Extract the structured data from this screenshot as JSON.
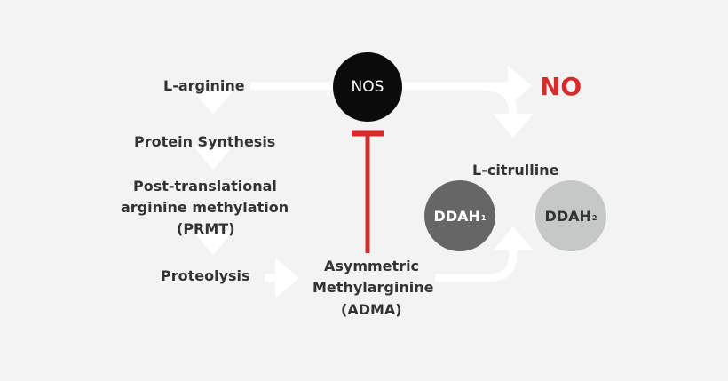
{
  "nodes": {
    "l_arginine": "L-arginine",
    "nos": "NOS",
    "no": "NO",
    "protein_synthesis": "Protein Synthesis",
    "ptm_line1": "Post-translational",
    "ptm_line2": "arginine methylation",
    "ptm_line3": "(PRMT)",
    "proteolysis": "Proteolysis",
    "adma_line1": "Asymmetric",
    "adma_line2": "Methylarginine",
    "adma_line3": "(ADMA)",
    "l_citrulline": "L-citrulline",
    "ddah1": "DDAH",
    "ddah1_sub": "1",
    "ddah2": "DDAH",
    "ddah2_sub": "2"
  },
  "colors": {
    "background": "#f3f3f3",
    "arrow": "#ffffff",
    "inhibition": "#d42b2b",
    "nos_fill": "#0b0b0b",
    "ddah1_fill": "#666666",
    "ddah2_fill": "#c6c8c8",
    "no_text": "#d42b2b"
  }
}
